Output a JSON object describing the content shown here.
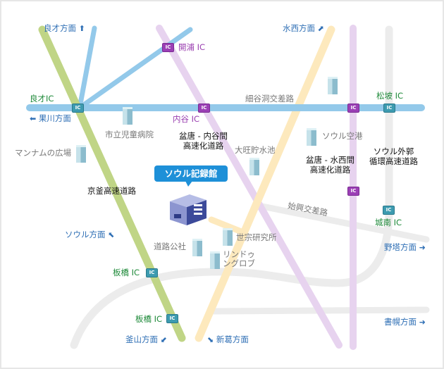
{
  "colors": {
    "expressway_blue": "#93c9ea",
    "green_road": "#c0d586",
    "purple_road": "#e7d3ef",
    "yellow_road": "#fde9bd",
    "gray_road": "#ececec",
    "callout": "#1e90d8"
  },
  "ic_badge": "IC",
  "directions": {
    "yangjae": "良才方面",
    "suseo": "水西方面",
    "gwacheon": "果川方面",
    "seoul": "ソウル方面",
    "yatap": "野塔方面",
    "seohyeon": "書幌方面",
    "busan": "釜山方面",
    "singal": "新葛方面"
  },
  "interchanges": {
    "yangjae": "良才IC",
    "gaepo": "開浦 IC",
    "naegok": "内谷 IC",
    "songpa": "松坡 IC",
    "seongnam": "城南 IC",
    "pangyo1": "板橋 IC",
    "pangyo2": "板橋 IC"
  },
  "places": {
    "hospital": "市立児童病院",
    "mannam": "マンナムの広場",
    "reservoir": "大旺貯水池",
    "airport": "ソウル空港",
    "road_corp": "道路公社",
    "sejong": "世宗研究所",
    "lindow": "リンドゥ\nングロブ",
    "segokdong": "細谷洞交差路",
    "siheung": "始興交差路"
  },
  "roads": {
    "bundang_naegok": "盆唐 - 内谷間\n高速化道路",
    "bundang_suseo": "盆唐 - 水西間\n高速化道路",
    "ring": "ソウル外郭\n循環高速道路",
    "gyeongbu": "京釜高速道路"
  },
  "destination": "ソウル記録館"
}
